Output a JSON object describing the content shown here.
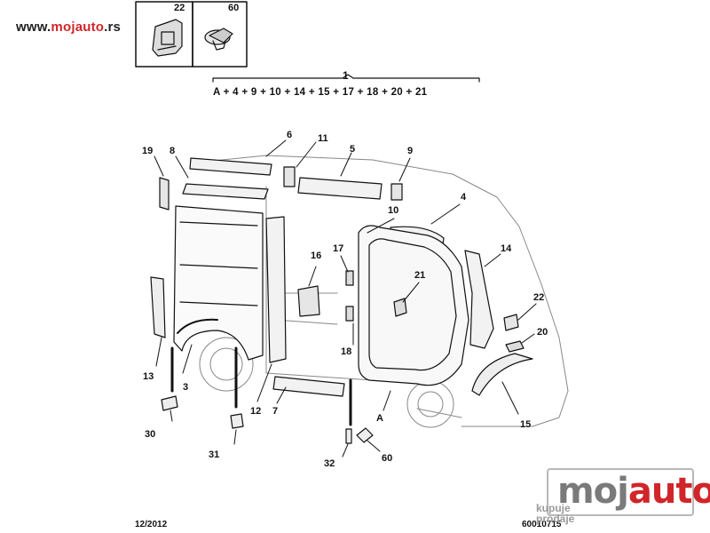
{
  "watermark": {
    "prefix": "www.",
    "brand": "mojauto",
    "suffix": ".rs"
  },
  "inset_boxes": [
    {
      "label": "22",
      "icon": "clip-bracket-icon"
    },
    {
      "label": "60",
      "icon": "push-rivet-icon"
    }
  ],
  "assembly": {
    "number": "1",
    "formula": "A + 4 + 9 + 10 + 14 + 15 + 17 + 18 + 20 + 21"
  },
  "callouts": [
    "19",
    "8",
    "6",
    "11",
    "5",
    "9",
    "4",
    "10",
    "17",
    "16",
    "14",
    "21",
    "22",
    "20",
    "13",
    "3",
    "12",
    "7",
    "18",
    "15",
    "A",
    "30",
    "31",
    "32",
    "60"
  ],
  "footer": {
    "date": "12/2012",
    "code": "60010715"
  },
  "logo": {
    "text_a": "moj",
    "text_b": "auto",
    "sub_1": "kupuje",
    "sub_2": "prodaje"
  }
}
